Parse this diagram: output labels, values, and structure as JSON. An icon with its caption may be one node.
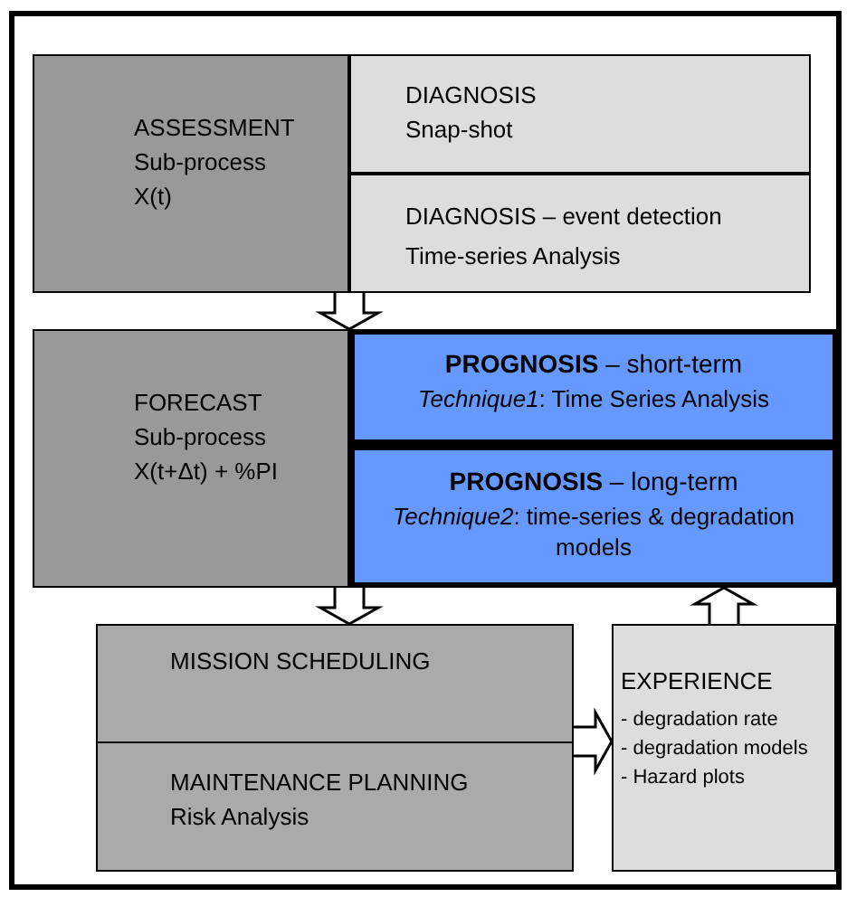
{
  "diagram": {
    "nodes": [
      {
        "text": [
          "ASSESSMENT",
          "Sub-process",
          "X(t)"
        ]
      },
      {
        "text": [
          "DIAGNOSIS",
          "Snap-shot"
        ]
      },
      {
        "text": [
          "DIAGNOSIS – event detection",
          "Time-series Analysis"
        ]
      },
      {
        "text": [
          "FORECAST",
          "Sub-process",
          "X(t+Δt) + %PI"
        ]
      },
      {
        "text": [
          "**PROGNOSIS** – short-term",
          "*Technique1*: Time Series Analysis"
        ]
      },
      {
        "text": [
          "**PROGNOSIS** – long-term",
          "*Technique2*: time-series & degradation models"
        ]
      },
      {
        "text": [
          "MISSION SCHEDULING"
        ]
      },
      {
        "text": [
          "MAINTENANCE PLANNING",
          "Risk Analysis"
        ]
      },
      {
        "text": [
          "EXPERIENCE",
          "- degradation rate",
          "- degradation models",
          "- Hazard plots"
        ]
      }
    ],
    "edges": [
      {
        "from": 0,
        "to": 3,
        "arrow": "to"
      },
      {
        "from": 3,
        "to": 6,
        "arrow": "to"
      },
      {
        "from": 8,
        "to": 5,
        "arrow": "to"
      },
      {
        "from": 7,
        "to": 8,
        "arrow": "to"
      }
    ]
  }
}
